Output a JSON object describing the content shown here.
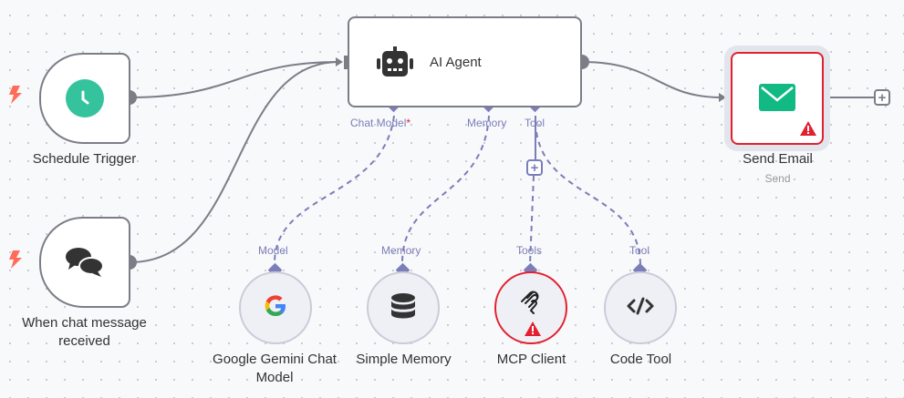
{
  "nodes": {
    "schedule_trigger": {
      "label": "Schedule Trigger",
      "icon": "clock-icon",
      "color": "#35c39e"
    },
    "chat_trigger": {
      "label": "When chat message received",
      "icon": "chat-bubbles-icon"
    },
    "ai_agent": {
      "label": "AI Agent",
      "icon": "robot-icon",
      "ports": {
        "chat_model": "Chat Model",
        "chat_model_required": "*",
        "memory": "Memory",
        "tool": "Tool"
      }
    },
    "send_email": {
      "label": "Send Email",
      "subtitle": "Send",
      "icon": "envelope-icon",
      "color": "#11b983",
      "status": "error"
    },
    "gemini": {
      "label": "Google Gemini Chat Model",
      "port": "Model",
      "icon": "google-icon"
    },
    "memory": {
      "label": "Simple Memory",
      "port": "Memory",
      "icon": "database-icon"
    },
    "mcp": {
      "label": "MCP Client",
      "port": "Tools",
      "icon": "mcp-icon",
      "status": "error"
    },
    "code_tool": {
      "label": "Code Tool",
      "port": "Tool",
      "icon": "code-icon"
    }
  },
  "colors": {
    "accent": "#7b7eb8",
    "error": "#e2202f",
    "trigger": "#ff6d5a",
    "edge": "#7d7d87"
  },
  "buttons": {
    "add_tool": "+",
    "add_next": "+"
  }
}
